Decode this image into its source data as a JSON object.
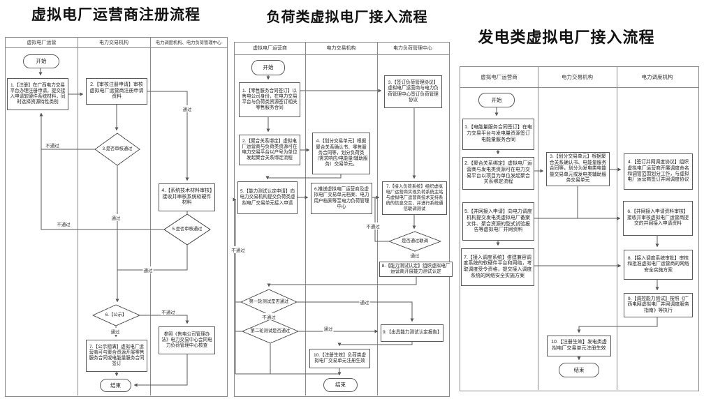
{
  "edge_labels": {
    "pass": "通过",
    "fail": "不通过"
  },
  "charts": [
    {
      "title": "虚拟电厂运营商注册流程",
      "lanes": [
        "虚拟电厂运营",
        "电力交易机构",
        "电力调度机构、电力负荷管理中心"
      ],
      "nodes": {
        "start": "开始",
        "n1": "1.【注册】在广西电力交易平台办理注册申请，提交接入申请软硬件系统材料，同时选择资源特性类别",
        "n2": "2.【审核注册申请】审核虚拟电厂运营商注册申请资料",
        "d3": "3.是否审核通过",
        "n4": "4.【系统技术材料审核】接收并审核系统软硬件材料",
        "d5": "5.是否审核通过",
        "d6": "6.【公示】",
        "ncheck": "参照《售电公司管理办法》电力交易中心会同电力负荷管理中心核查",
        "n7": "7.【公示期满】虚拟电厂运营商可与聚合资源开展零售服务合同或电能量服务合同签订",
        "end": "结束"
      }
    },
    {
      "title": "负荷类虚拟电厂接入流程",
      "lanes": [
        "虚拟电厂运营商",
        "电力交易机构",
        "电力负荷管理中心"
      ],
      "nodes": {
        "start": "开始",
        "n1": "1.【零售服务合同签订】以售电公司身份，在电力交易平台与负荷类资源签订相关零售服务合同",
        "n2": "2.【聚合关系绑定】虚拟电厂运营商与负荷类资源可在电力交易平台以户号为单位发起聚合关系绑定流程",
        "n3": "3.【签订负荷管理协议】虚拟电厂运营商与电力负荷管理中心签订负荷管理协议",
        "n4": "4.【划分交易单元】根据聚合关系确认书、零售服务合同等，划分负荷类（需求响应/电能量/辅助服务）交易单元。",
        "n5": "5.【能力测试认定申请】向电力交易机构提交负荷类虚拟电厂交易单元接入申请",
        "n6": "6.推送虚拟电厂运营商及虚拟电厂交易单元档案、电力用户档案等至电力负荷管理中心",
        "n7": "7.【接入负荷系统】组织虚拟电厂运营商实现负荷系统主站与虚拟电厂运营商技术支持系统的信息交互，并进行系统通信联调测试",
        "dlt": "是否通过联调",
        "n8": "8.【能力测试认定】组织虚拟电厂运营商开展能力测试认定",
        "dt1": "第一轮测试是否通过",
        "dt2": "第二轮测试是否通过",
        "n9": "9.【出具能力测试认定报告】",
        "n10": "10.【注册生效】负荷类虚拟电厂交易单元注册生效",
        "end": "结束"
      }
    },
    {
      "title": "发电类虚拟电厂接入流程",
      "lanes": [
        "虚拟电厂运营商",
        "电力交易机构",
        "电力调度机构"
      ],
      "nodes": {
        "start": "开始",
        "n1": "1.【电能量服务合同签订】在电力交易平台与发电量资源签订电能量服务合同",
        "n2": "2.【聚合关系绑定】虚拟电厂运营商与发电类资源可在电力交易平台以项目为单位发起聚合关系绑定流程",
        "n3": "3.【划分交易单元】根据聚合关系确认书、电能量服务合同等，划分为发电类电能量交易单元或发电类辅助服务交易单元",
        "n4": "4.【签订并网调度协议】组织虚拟电厂运营商开展调度命名和调管范围划分工作，与虚拟电厂运营商签订并网调度协议",
        "n5": "5.【并网接入申请】向电力调度机构提交发电类虚拟电厂备案文件、聚合资源的型式试验报告等虚拟电厂并网资料",
        "n6": "6.【并网接入申请资料审核】接收并审核虚拟电厂运营商提交的并网接入申请资料",
        "n7": "7.【接入调度系统】搭建兼容调度系统的软硬件平台和网络，考取调度受令资格，提交接入调度系统的网络安全实施方案",
        "n8": "8.【接入调度系统审批】审核和批准虚拟电厂运营商的网络安全实施方案",
        "n9": "9.【调控能力测试】按照《广西电网虚拟电厂并网调度服务指南》等执行",
        "n10": "10.【注册生效】发电类虚拟电厂交易单元注册生效",
        "end": "结束"
      }
    }
  ]
}
